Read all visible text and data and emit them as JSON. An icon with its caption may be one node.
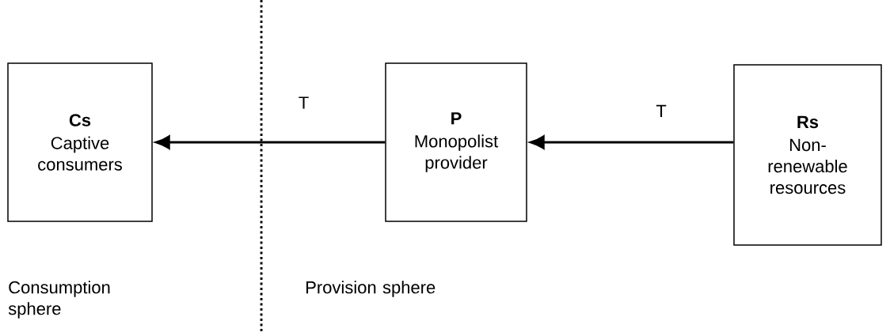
{
  "diagram": {
    "nodes": [
      {
        "text": [
          "Cs",
          "Captive consumers"
        ]
      },
      {
        "text": [
          "P",
          "Monopolist provider"
        ]
      },
      {
        "text": [
          "Rs",
          "Non-renewable resources"
        ]
      }
    ],
    "edges": [
      {
        "from": 1,
        "to": 0,
        "arrow": "to",
        "label": "T"
      },
      {
        "from": 2,
        "to": 1,
        "arrow": "to",
        "label": "T"
      }
    ],
    "labels": [
      "Consumption sphere",
      "Provision sphere"
    ]
  }
}
